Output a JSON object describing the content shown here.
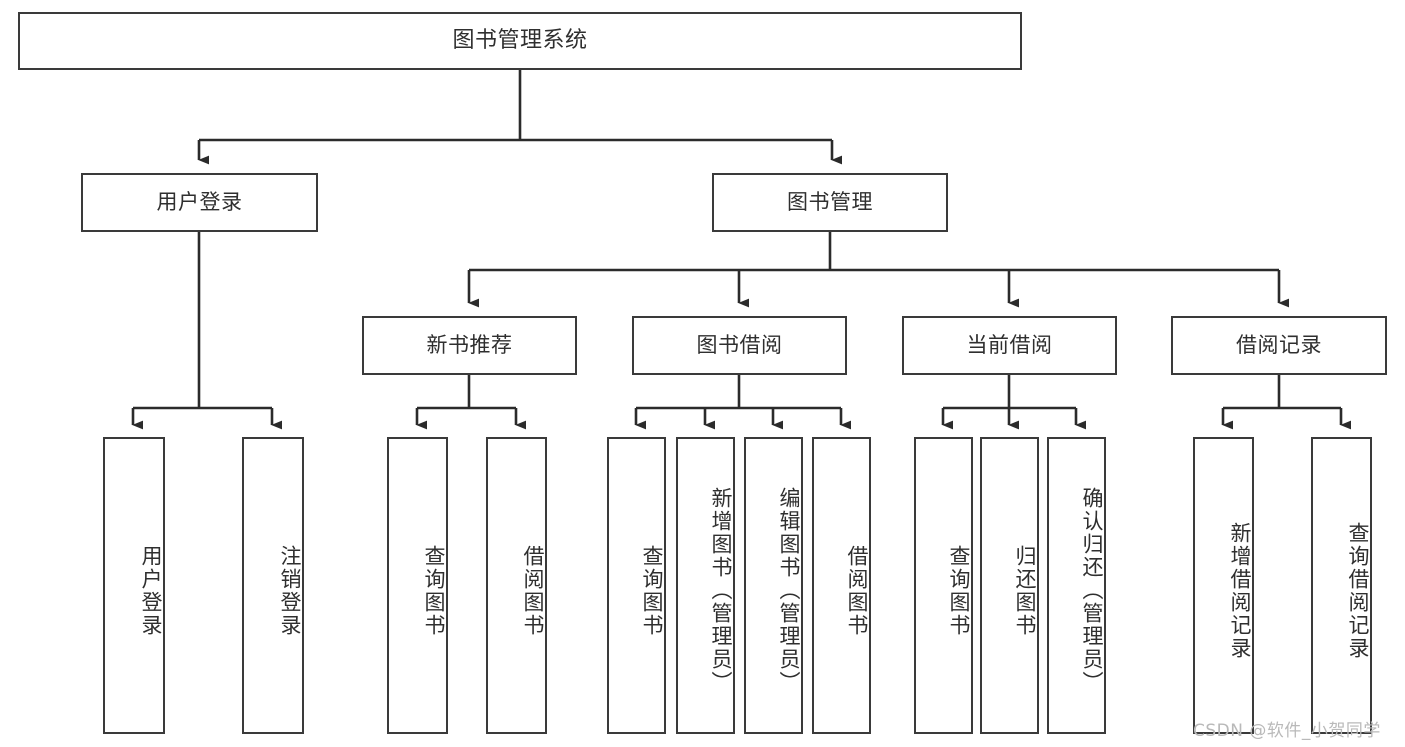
{
  "diagram": {
    "title": "图书管理系统",
    "type": "hierarchy-tree",
    "watermark": "CSDN @软件_小贺同学",
    "colors": {
      "box_border": "#3a3a3a",
      "box_fill": "#ffffff",
      "text": "#2f2f2f",
      "edge": "#2b2b2b",
      "watermark": "#b9b9b9",
      "background": "#ffffff"
    },
    "levels": [
      {
        "level": 1,
        "nodes": [
          {
            "id": "root",
            "label": "图书管理系统"
          }
        ]
      },
      {
        "level": 2,
        "nodes": [
          {
            "id": "user-login",
            "label": "用户登录",
            "parent": "root"
          },
          {
            "id": "book-manage",
            "label": "图书管理",
            "parent": "root"
          }
        ]
      },
      {
        "level": 3,
        "nodes": [
          {
            "id": "new-book-rec",
            "label": "新书推荐",
            "parent": "book-manage"
          },
          {
            "id": "book-borrow",
            "label": "图书借阅",
            "parent": "book-manage"
          },
          {
            "id": "current-borrow",
            "label": "当前借阅",
            "parent": "book-manage"
          },
          {
            "id": "borrow-record",
            "label": "借阅记录",
            "parent": "book-manage"
          }
        ]
      },
      {
        "level": 4,
        "nodes": [
          {
            "id": "leaf-user-login",
            "label": "用户登录",
            "parent": "user-login"
          },
          {
            "id": "leaf-logout",
            "label": "注销登录",
            "parent": "user-login"
          },
          {
            "id": "leaf-query-book-1",
            "label": "查询图书",
            "parent": "new-book-rec"
          },
          {
            "id": "leaf-borrow-book-1",
            "label": "借阅图书",
            "parent": "new-book-rec"
          },
          {
            "id": "leaf-query-book-2",
            "label": "查询图书",
            "parent": "book-borrow"
          },
          {
            "id": "leaf-add-book",
            "label": "新增图书（管理员）",
            "parent": "book-borrow"
          },
          {
            "id": "leaf-edit-book",
            "label": "编辑图书（管理员）",
            "parent": "book-borrow"
          },
          {
            "id": "leaf-borrow-book-2",
            "label": "借阅图书",
            "parent": "book-borrow"
          },
          {
            "id": "leaf-query-book-3",
            "label": "查询图书",
            "parent": "current-borrow"
          },
          {
            "id": "leaf-return-book",
            "label": "归还图书",
            "parent": "current-borrow"
          },
          {
            "id": "leaf-confirm-return",
            "label": "确认归还（管理员）",
            "parent": "current-borrow"
          },
          {
            "id": "leaf-add-record",
            "label": "新增借阅记录",
            "parent": "borrow-record"
          },
          {
            "id": "leaf-query-record",
            "label": "查询借阅记录",
            "parent": "borrow-record"
          }
        ]
      }
    ]
  }
}
